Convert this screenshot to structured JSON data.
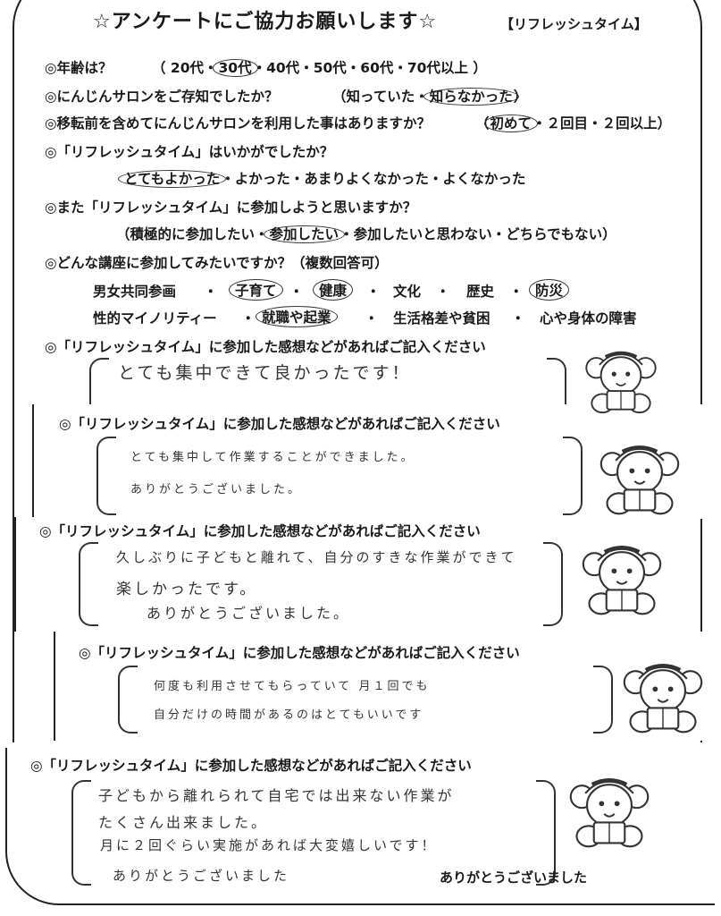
{
  "header": {
    "title": "☆アンケートにご協力お願いします☆",
    "tag": "【リフレッシュタイム】"
  },
  "questions": {
    "age": {
      "label": "◎年齢は？",
      "open": "（",
      "options": [
        "20代",
        "30代",
        "40代",
        "50代",
        "60代",
        "70代以上"
      ],
      "selected": "30代",
      "close": "）"
    },
    "known": {
      "label": "◎にんじんサロンをご存知でしたか？",
      "options": [
        "知っていた",
        "知らなかった"
      ],
      "selected": "知らなかった"
    },
    "usage": {
      "label": "◎移転前を含めてにんじんサロンを利用した事はありますか？",
      "options": [
        "初めて",
        "２回目",
        "２回以上"
      ],
      "selected": "初めて"
    },
    "rating": {
      "label": "◎「リフレッシュタイム」はいかがでしたか？",
      "options": [
        "とてもよかった",
        "よかった",
        "あまりよくなかった",
        "よくなかった"
      ],
      "selected": "とてもよかった"
    },
    "again": {
      "label": "◎また「リフレッシュタイム」に参加しようと思いますか？",
      "options": [
        "積極的に参加したい",
        "参加したい",
        "参加したいと思わない",
        "どちらでもない"
      ],
      "selected": "参加したい"
    },
    "courses": {
      "label": "◎どんな講座に参加してみたいですか？（複数回答可）",
      "row1": [
        "男女共同参画",
        "子育て",
        "健康",
        "文化",
        "歴史",
        "防災"
      ],
      "row2": [
        "性的マイノリティー",
        "就職や起業",
        "生活格差や貧困",
        "心や身体の障害"
      ],
      "selected": [
        "子育て",
        "健康",
        "防災",
        "就職や起業"
      ]
    }
  },
  "comment_label": "◎「リフレッシュタイム」に参加した感想などがあればご記入ください",
  "comments": [
    {
      "lines": [
        "とても集中できて良かったです！"
      ]
    },
    {
      "lines": [
        "とても集中して作業することができました。",
        "ありがとうございました。"
      ]
    },
    {
      "lines": [
        "久しぶりに子どもと離れて、自分のすきな作業ができて",
        "楽しかったです。",
        "ありがとうございました。"
      ]
    },
    {
      "lines": [
        "何度も利用させてもらっていて 月１回でも",
        "自分だけの時間があるのはとてもいいです"
      ]
    },
    {
      "lines": [
        "子どもから離れられて自宅では出来ない作業が",
        "たくさん出来ました。",
        "月に２回ぐらい実施があれば大変嬉しいです！",
        "ありがとうございました"
      ]
    }
  ],
  "footer": {
    "thanks": "ありがとうございました"
  }
}
